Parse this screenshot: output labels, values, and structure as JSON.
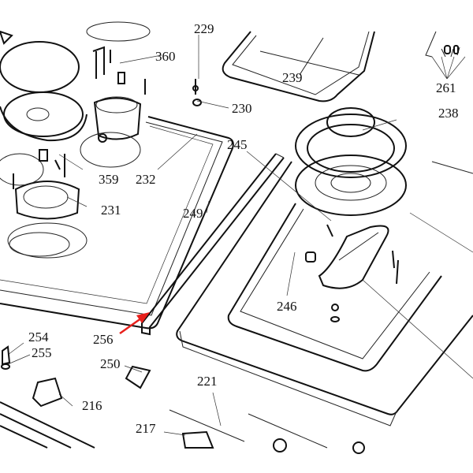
{
  "diagram": {
    "type": "exploded parts diagram - gas hob",
    "highlight_color": "#e8201c",
    "highlighted_part": "256",
    "labels": {
      "p229": "229",
      "p360": "360",
      "p239": "239",
      "p261": "261",
      "p238": "238",
      "p230": "230",
      "p245": "245",
      "p359": "359",
      "p232": "232",
      "p231": "231",
      "p249": "249",
      "p246": "246",
      "p256": "256",
      "p254": "254",
      "p255": "255",
      "p250": "250",
      "p216": "216",
      "p221": "221",
      "p217": "217"
    }
  }
}
